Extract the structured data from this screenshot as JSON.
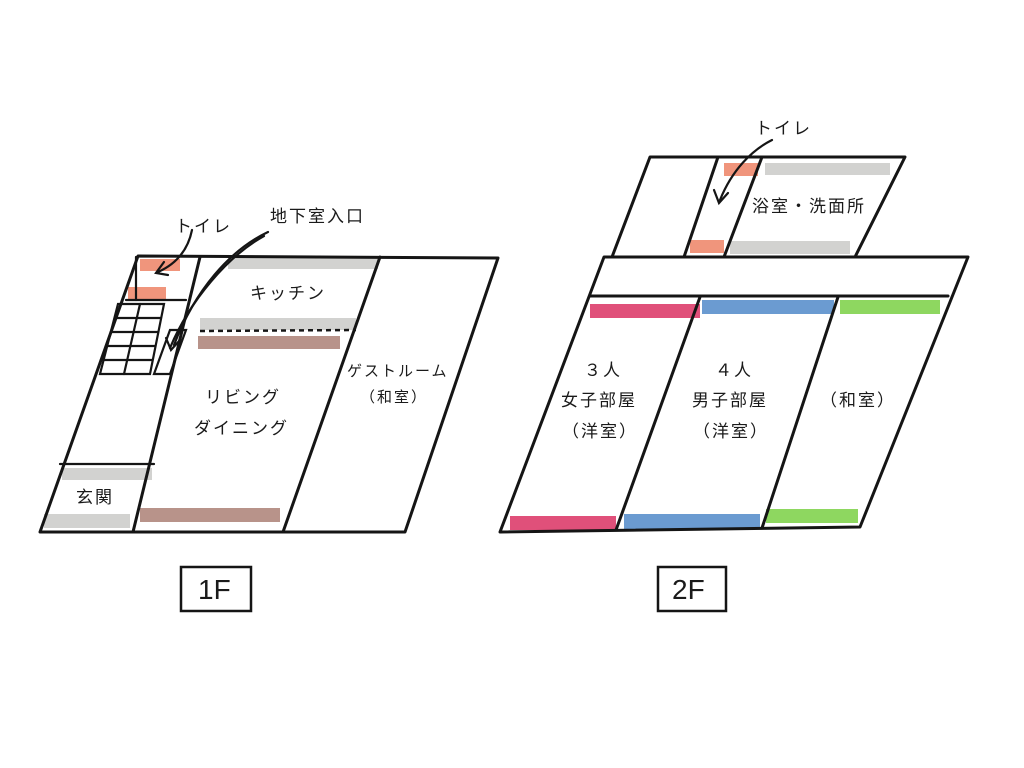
{
  "floor1": {
    "tag": "1F",
    "labels": {
      "toilet": "トイレ",
      "basement": "地下室入口",
      "kitchen": "キッチン",
      "living1": "リビング",
      "living2": "ダイニング",
      "guest1": "ゲストルーム",
      "guest2": "（和室）",
      "entrance": "玄関"
    }
  },
  "floor2": {
    "tag": "2F",
    "labels": {
      "toilet": "トイレ",
      "bath": "浴室・洗面所",
      "girls1": "３人",
      "girls2": "女子部屋",
      "girls3": "（洋室）",
      "boys1": "４人",
      "boys2": "男子部屋",
      "boys3": "（洋室）",
      "washitsu": "（和室）"
    }
  },
  "colors": {
    "line": "#151515",
    "grey_bed": "#d2d2d0",
    "brown_bed": "#b8938a",
    "orange_bed": "#ee8a6e",
    "pink_bed": "#e0507a",
    "blue_bed": "#6b9bd1",
    "green_bed": "#8ed760"
  }
}
